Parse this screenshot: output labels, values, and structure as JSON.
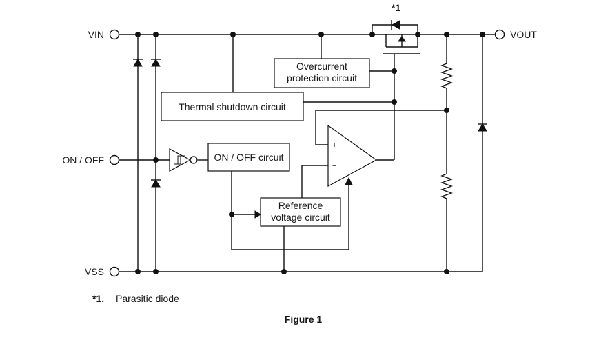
{
  "pins": {
    "vin": "VIN",
    "vout": "VOUT",
    "onoff": "ON / OFF",
    "vss": "VSS"
  },
  "blocks": {
    "overcurrent": [
      "Overcurrent",
      "protection circuit"
    ],
    "thermal": "Thermal shutdown circuit",
    "onoff_circuit": "ON / OFF circuit",
    "reference": [
      "Reference",
      "voltage circuit"
    ]
  },
  "opamp": {
    "plus": "+",
    "minus": "−"
  },
  "note": {
    "marker_top": "*1",
    "marker": "*1.",
    "text": "Parasitic diode"
  },
  "caption": "Figure 1"
}
